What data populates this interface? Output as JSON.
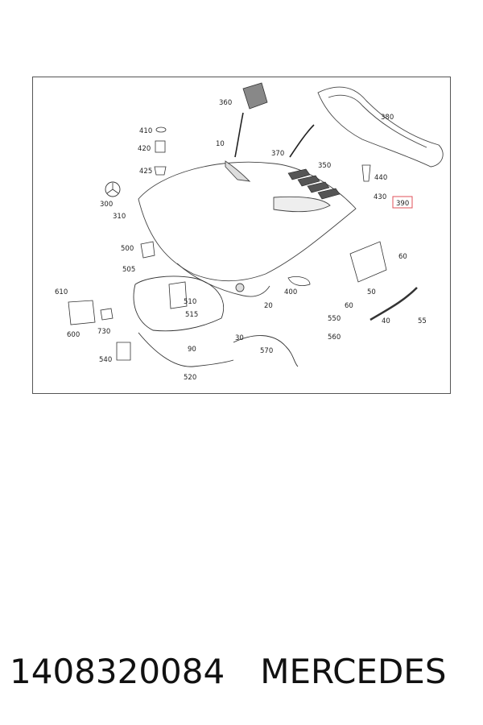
{
  "diagram": {
    "labels": [
      "10",
      "20",
      "30",
      "40",
      "50",
      "55",
      "60",
      "60",
      "90",
      "300",
      "310",
      "350",
      "360",
      "370",
      "380",
      "390",
      "400",
      "410",
      "420",
      "425",
      "430",
      "440",
      "500",
      "505",
      "510",
      "515",
      "520",
      "540",
      "550",
      "560",
      "570",
      "600",
      "610",
      "730"
    ],
    "highlighted_label": "390",
    "colors": {
      "frame": "#555555",
      "line": "#333333",
      "highlight": "#e0505a",
      "text": "#222222"
    }
  },
  "footer": {
    "part_number": "1408320084",
    "brand": "MERCEDES"
  }
}
